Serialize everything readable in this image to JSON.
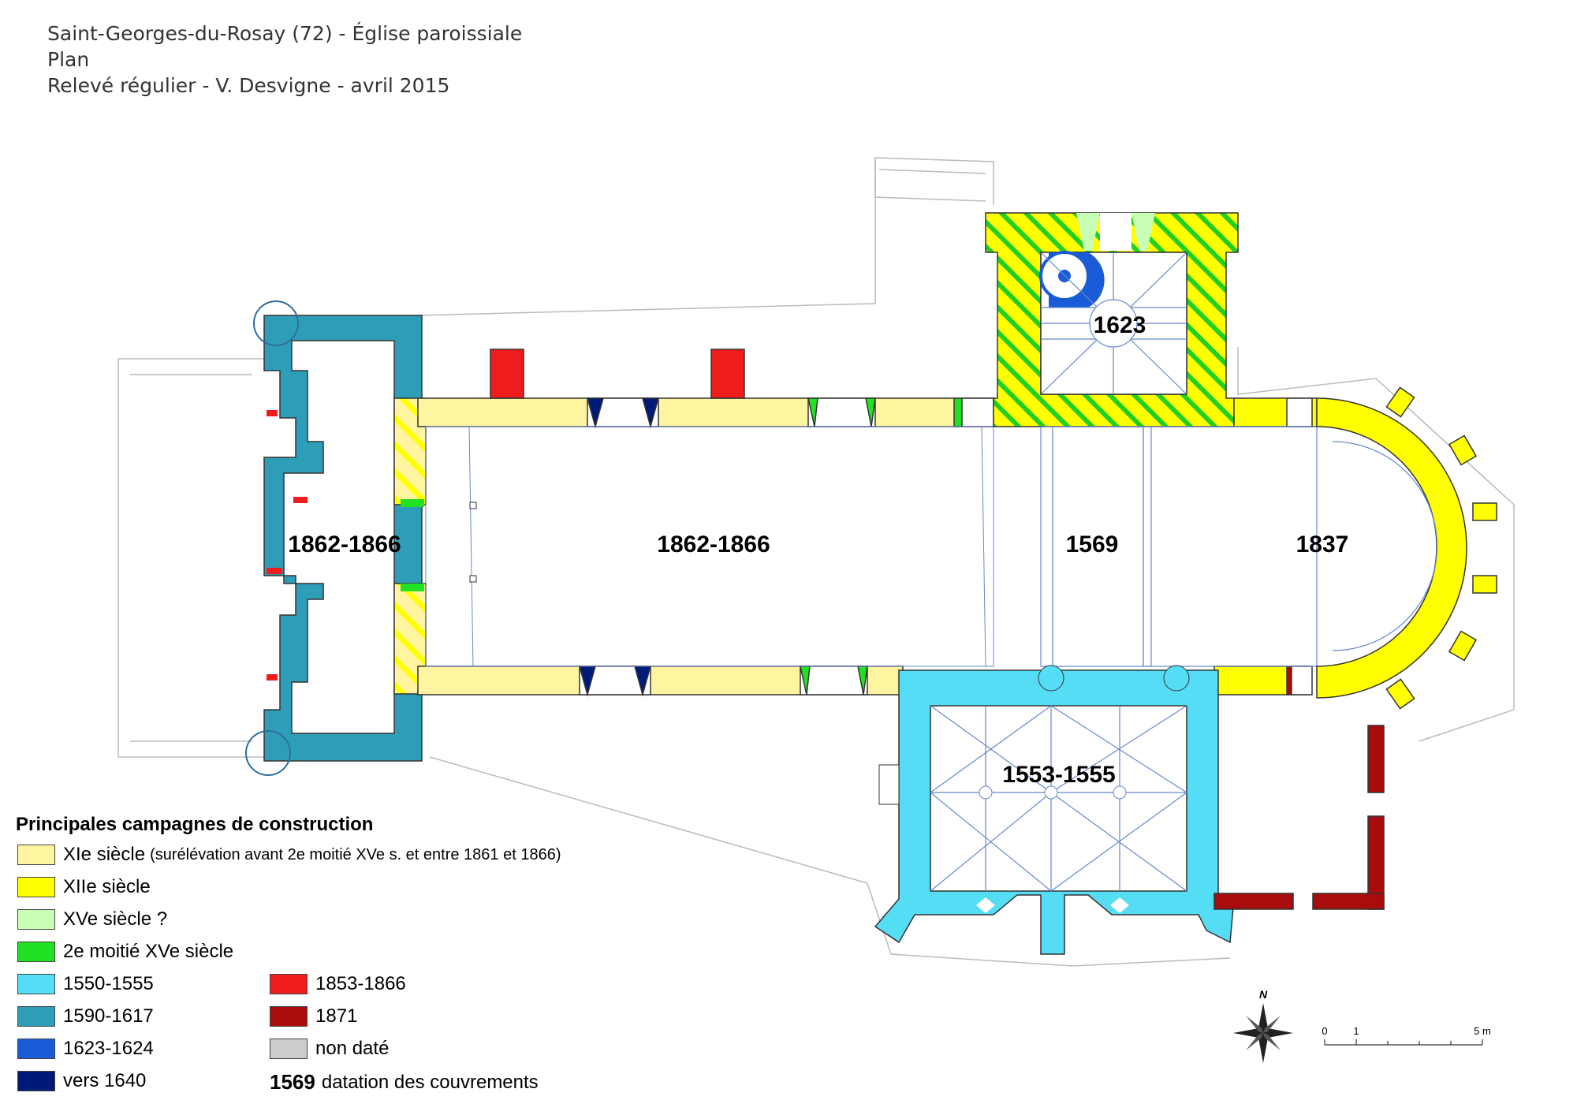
{
  "header": {
    "line1": "Saint-Georges-du-Rosay (72) - Église paroissiale",
    "line2": "Plan",
    "line3": "Relevé régulier - V. Desvigne - avril 2015"
  },
  "rooms": {
    "porch": "1862-1866",
    "nave": "1862-1866",
    "crossing": "1569",
    "choir": "1837",
    "tower": "1623",
    "chapel": "1553-1555"
  },
  "legend": {
    "title": "Principales campagnes de construction",
    "items": [
      {
        "label": "XIe siècle",
        "note": "(surélévation avant 2e moitié XVe s. et entre 1861 et 1866)",
        "color": "#fff5a0"
      },
      {
        "label": "XIIe siècle",
        "note": "",
        "color": "#ffff00"
      },
      {
        "label": "XVe siècle ?",
        "note": "",
        "color": "#c8ffb4"
      },
      {
        "label": "2e moitié XVe siècle",
        "note": "",
        "color": "#22e022"
      },
      {
        "label": "1550-1555",
        "note": "",
        "color": "#55ddf5"
      },
      {
        "label": "1590-1617",
        "note": "",
        "color": "#2e9eb8"
      },
      {
        "label": "1623-1624",
        "note": "",
        "color": "#1a5cd8"
      },
      {
        "label": "vers 1640",
        "note": "",
        "color": "#001a7a"
      },
      {
        "label": "1853-1866",
        "note": "",
        "color": "#ee1c1c"
      },
      {
        "label": "1871",
        "note": "",
        "color": "#a80c0c"
      },
      {
        "label": "non daté",
        "note": "",
        "color": "#cccccc"
      }
    ],
    "key": {
      "number": "1569",
      "text": "datation des couvrements"
    }
  },
  "compass": {
    "label": "N"
  },
  "scale": {
    "labels": [
      "0",
      "1",
      "5 m"
    ]
  }
}
